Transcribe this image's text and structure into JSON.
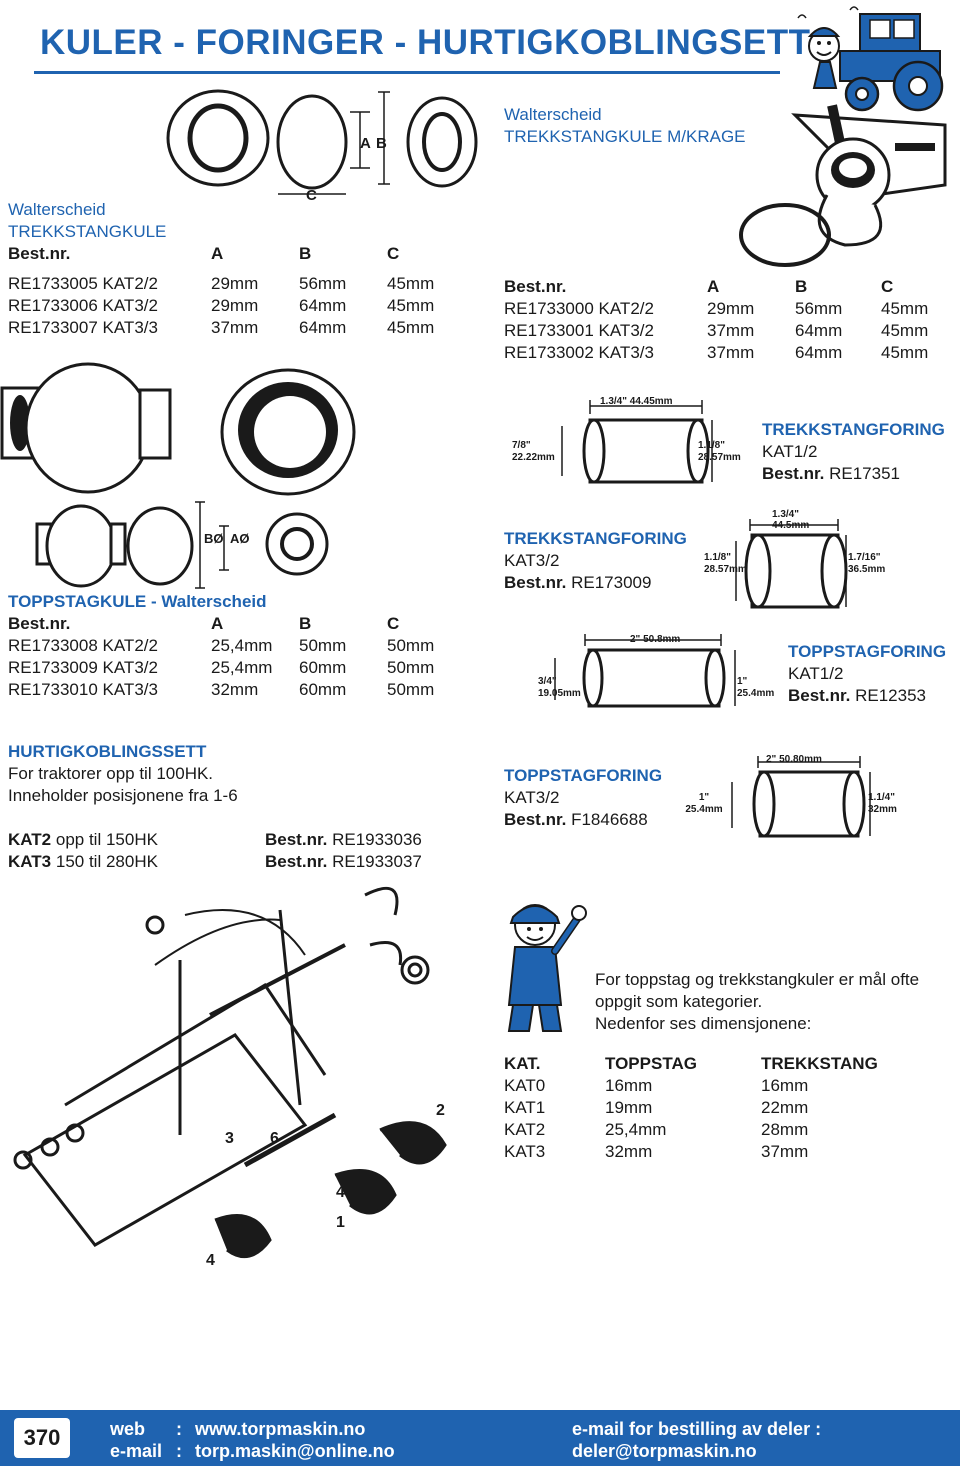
{
  "title": "KULER - FORINGER - HURTIGKOBLINGSETT",
  "colors": {
    "accent": "#1f63b0",
    "text": "#1a1a1a"
  },
  "sec1": {
    "heading1": "Walterscheid",
    "heading2": "TREKKSTANGKULE",
    "header": [
      "Best.nr.",
      "A",
      "B",
      "C"
    ],
    "rows": [
      [
        "RE1733005 KAT2/2",
        "29mm",
        "56mm",
        "45mm"
      ],
      [
        "RE1733006 KAT3/2",
        "29mm",
        "64mm",
        "45mm"
      ],
      [
        "RE1733007 KAT3/3",
        "37mm",
        "64mm",
        "45mm"
      ]
    ],
    "diagram_labels": {
      "a": "A",
      "b": "B",
      "c": "C"
    }
  },
  "sec2": {
    "heading1": "Walterscheid",
    "heading2": "TREKKSTANGKULE M/KRAGE",
    "header": [
      "Best.nr.",
      "A",
      "B",
      "C"
    ],
    "rows": [
      [
        "RE1733000 KAT2/2",
        "29mm",
        "56mm",
        "45mm"
      ],
      [
        "RE1733001 KAT3/2",
        "37mm",
        "64mm",
        "45mm"
      ],
      [
        "RE1733002 KAT3/3",
        "37mm",
        "64mm",
        "45mm"
      ]
    ]
  },
  "sec3": {
    "heading": "TREKKSTANGFORING",
    "kat": "KAT1/2",
    "best_label": "Best.nr.",
    "best_value": "RE17351",
    "dims": {
      "length": "1.3/4\" 44.45mm",
      "inner": "7/8\" 22.22mm",
      "outer": "1.1/8\" 28.57mm"
    }
  },
  "sec4": {
    "heading_a": "TOPPSTAGKULE - ",
    "heading_b": "Walterscheid",
    "header": [
      "Best.nr.",
      "A",
      "B",
      "C"
    ],
    "rows": [
      [
        "RE1733008 KAT2/2",
        "25,4mm",
        "50mm",
        "50mm"
      ],
      [
        "RE1733009 KAT3/2",
        "25,4mm",
        "60mm",
        "50mm"
      ],
      [
        "RE1733010 KAT3/3",
        "32mm",
        "60mm",
        "50mm"
      ]
    ],
    "diagram_labels": {
      "b": "BØ",
      "a": "AØ"
    }
  },
  "sec5": {
    "heading": "TREKKSTANGFORING",
    "kat": "KAT3/2",
    "best_label": "Best.nr.",
    "best_value": "RE173009",
    "dims": {
      "length": "1.3/4\" 44.5mm",
      "inner": "1.1/8\" 28.57mm",
      "outer": "1.7/16\" 36.5mm"
    }
  },
  "sec6": {
    "heading": "TOPPSTAGFORING",
    "kat": "KAT1/2",
    "best_label": "Best.nr.",
    "best_value": "RE12353",
    "dims": {
      "length": "2\" 50.8mm",
      "inner": "3/4\" 19.05mm",
      "outer": "1\" 25.4mm"
    }
  },
  "sec7": {
    "heading": "HURTIGKOBLINGSSETT",
    "line1": "For traktorer opp til 100HK.",
    "line2": "Inneholder posisjonene fra 1-6",
    "kat2_label": "KAT2",
    "kat2_text": " opp til 150HK",
    "kat2_best": "Best.nr.",
    "kat2_value": " RE1933036",
    "kat3_label": "KAT3",
    "kat3_text": " 150 til 280HK",
    "kat3_best": "Best.nr.",
    "kat3_value": " RE1933037",
    "numbers": [
      "1",
      "2",
      "3",
      "4",
      "4",
      "6"
    ]
  },
  "sec8": {
    "heading": "TOPPSTAGFORING",
    "kat": "KAT3/2",
    "best_label": "Best.nr.",
    "best_value": "F1846688",
    "dims": {
      "length": "2\" 50.80mm",
      "inner": "1\" 25.4mm",
      "outer": "1.1/4\" 32mm"
    }
  },
  "note": {
    "line1": "For toppstag og trekkstangkuler er mål ofte",
    "line2": "oppgit som kategorier.",
    "line3": "Nedenfor ses dimensjonene:"
  },
  "kat_table": {
    "header": [
      "KAT.",
      "TOPPSTAG",
      "TREKKSTANG"
    ],
    "rows": [
      [
        "KAT0",
        "16mm",
        "16mm"
      ],
      [
        "KAT1",
        "19mm",
        "22mm"
      ],
      [
        "KAT2",
        "25,4mm",
        "28mm"
      ],
      [
        "KAT3",
        "32mm",
        "37mm"
      ]
    ]
  },
  "footer": {
    "page": "370",
    "web_label": "web",
    "web_value": "www.torpmaskin.no",
    "email_label": "e-mail",
    "email_value": "torp.maskin@online.no",
    "order_label": "e-mail for bestilling av deler :",
    "order_value": "deler@torpmaskin.no",
    "sep": ":"
  },
  "icons": [
    "tractor-cartoon-icon",
    "mechanic-cartoon-icon"
  ]
}
